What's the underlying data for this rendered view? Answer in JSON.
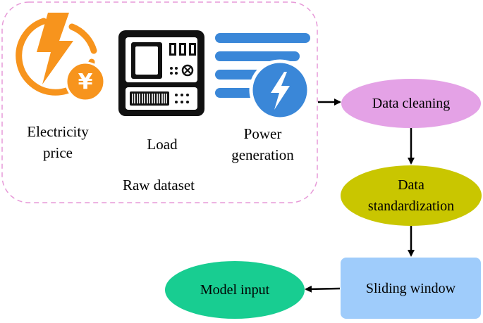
{
  "group": {
    "label": "Raw dataset",
    "border_color": "#e79ad8"
  },
  "sources": [
    {
      "id": "price",
      "label_line1": "Electricity",
      "label_line2": "price",
      "icon": "lightning-yen-icon",
      "color": "#f7941d"
    },
    {
      "id": "load",
      "label_line1": "Load",
      "label_line2": "",
      "icon": "load-meter-icon",
      "color": "#111111"
    },
    {
      "id": "power",
      "label_line1": "Power",
      "label_line2": "generation",
      "icon": "power-generation-icon",
      "color": "#3a87d8"
    }
  ],
  "nodes": [
    {
      "id": "cleaning",
      "label_line1": "Data cleaning",
      "label_line2": "",
      "color": "#e4a2e6"
    },
    {
      "id": "standardization",
      "label_line1": "Data",
      "label_line2": "standardization",
      "color": "#c9c600"
    },
    {
      "id": "window",
      "label_line1": "Sliding window",
      "label_line2": "",
      "color": "#9fccfb"
    },
    {
      "id": "input",
      "label_line1": "Model input",
      "label_line2": "",
      "color": "#18cd91"
    }
  ]
}
